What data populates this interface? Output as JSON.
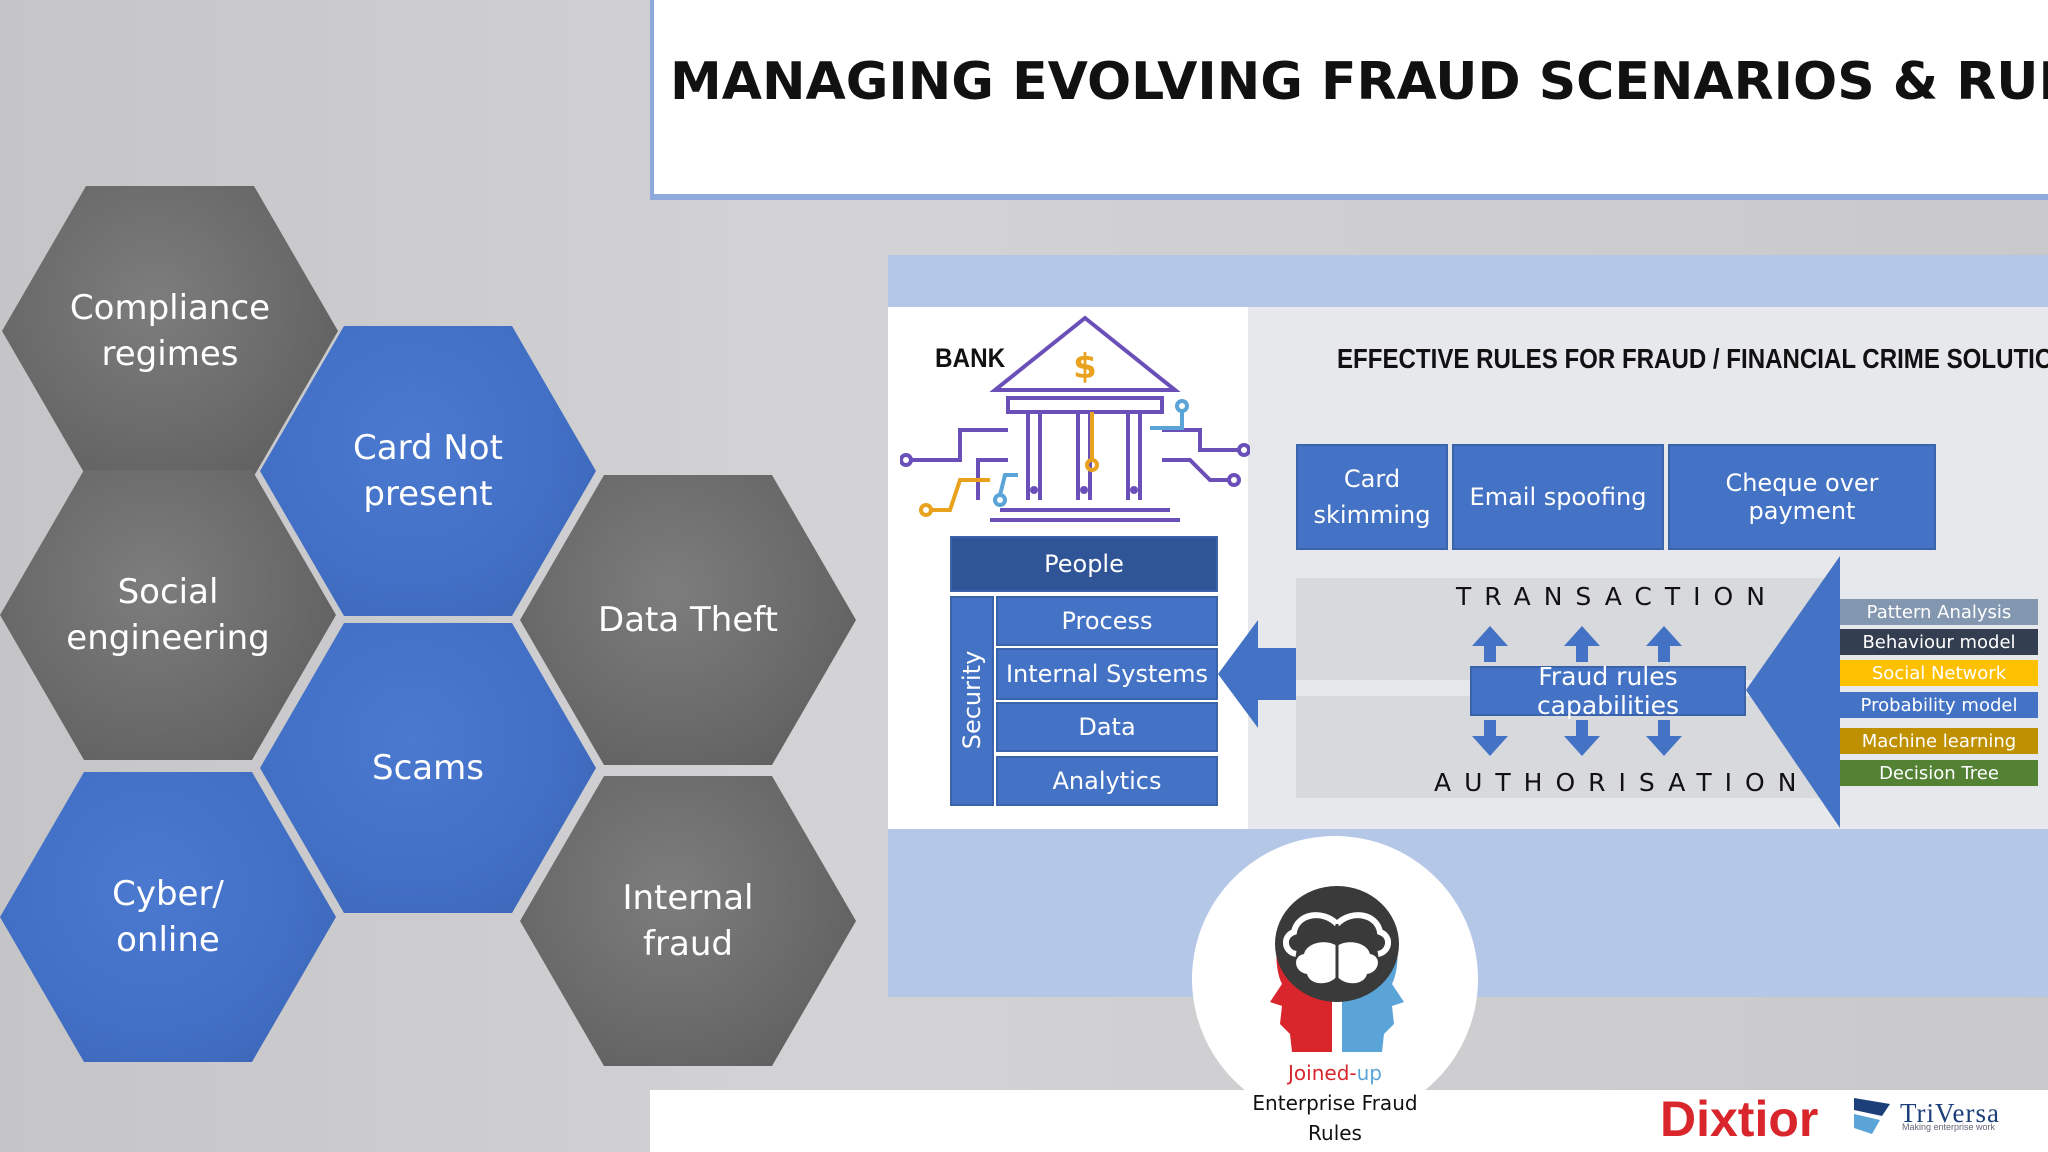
{
  "title": "MANAGING EVOLVING FRAUD SCENARIOS & RULES",
  "hexagons": {
    "compliance": "Compliance\nregimes",
    "card_not_present": "Card Not\npresent",
    "social_engineering": "Social\nengineering",
    "data_theft": "Data Theft",
    "scams": "Scams",
    "cyber_online": "Cyber/\nonline",
    "internal_fraud": "Internal\nfraud"
  },
  "diagram": {
    "bank_label": "BANK",
    "heading": "EFFECTIVE RULES FOR FRAUD / FINANCIAL CRIME SOLUTION",
    "people": "People",
    "security_label": "Security",
    "security_items": [
      "Process",
      "Internal Systems",
      "Data",
      "Analytics"
    ],
    "fraud_types": [
      "Card\nskimming",
      "Email spoofing",
      "Cheque over payment"
    ],
    "transaction": "TRANSACTION",
    "authorisation": "AUTHORISATION",
    "fraud_rules": "Fraud rules capabilities",
    "capabilities": [
      {
        "label": "Pattern Analysis",
        "color": "#8497b0"
      },
      {
        "label": "Behaviour model",
        "color": "#333f50"
      },
      {
        "label": "Social Network",
        "color": "#ffc000"
      },
      {
        "label": "Probability model",
        "color": "#4472c4"
      },
      {
        "label": "Machine learning",
        "color": "#bf9000"
      },
      {
        "label": "Decision Tree",
        "color": "#548235"
      }
    ],
    "colors": {
      "box_blue": "#4472c4",
      "panel_blue": "#b4c7e7"
    }
  },
  "brain": {
    "joined": "Joined-",
    "up": "up",
    "line2": "Enterprise Fraud",
    "line3": "Rules"
  },
  "logos": {
    "dixtior": "Dixtior",
    "triversa": "TriVersa",
    "triversa_tagline": "Making enterprise work"
  }
}
